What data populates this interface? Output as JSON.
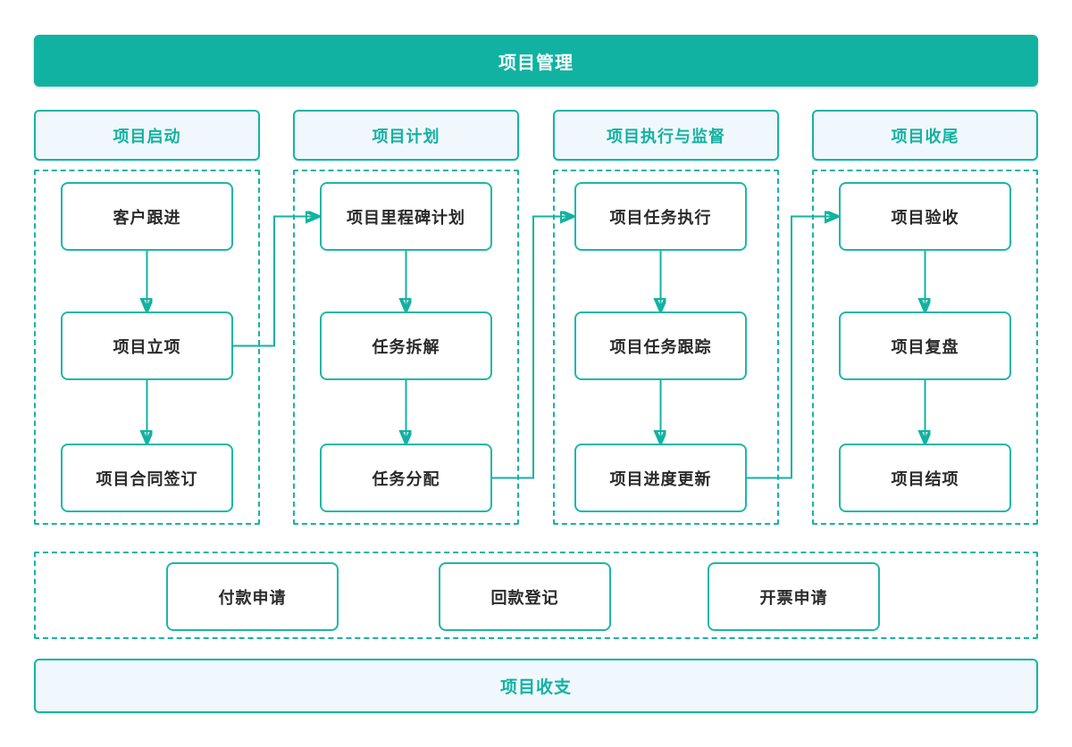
{
  "diagram": {
    "title": "项目管理",
    "columns": [
      {
        "header": "项目启动",
        "nodes": [
          "客户跟进",
          "项目立项",
          "项目合同签订"
        ]
      },
      {
        "header": "项目计划",
        "nodes": [
          "项目里程碑计划",
          "任务拆解",
          "任务分配"
        ]
      },
      {
        "header": "项目执行与监督",
        "nodes": [
          "项目任务执行",
          "项目任务跟踪",
          "项目进度更新"
        ]
      },
      {
        "header": "项目收尾",
        "nodes": [
          "项目验收",
          "项目复盘",
          "项目结项"
        ]
      }
    ],
    "finance_nodes": [
      "付款申请",
      "回款登记",
      "开票申请"
    ],
    "footer": "项目收支",
    "colors": {
      "accent_teal": "#11b2a1",
      "light_panel": "#f0f8fd",
      "node_text": "#2a2a2a",
      "banner_text": "#ffffff"
    }
  }
}
